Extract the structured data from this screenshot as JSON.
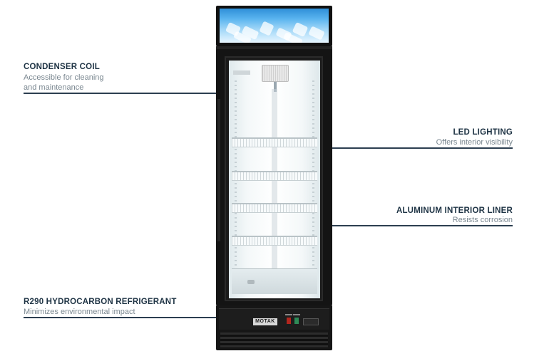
{
  "callouts": {
    "condenser": {
      "title": "CONDENSER COIL",
      "line1": "Accessible for cleaning",
      "line2": "and maintenance"
    },
    "led": {
      "title": "LED LIGHTING",
      "line1": "Offers interior visibility"
    },
    "liner": {
      "title": "ALUMINUM INTERIOR LINER",
      "line1": "Resists corrosion"
    },
    "refrigerant": {
      "title": "R290 HYDROCARBON REFRIGERANT",
      "line1": "Minimizes environmental impact"
    }
  },
  "product": {
    "brand": "MOTAK"
  },
  "colors": {
    "text": "#1e3344",
    "subtext": "#7a8790",
    "line": "#2c3e50",
    "cabinet": "#141414"
  }
}
